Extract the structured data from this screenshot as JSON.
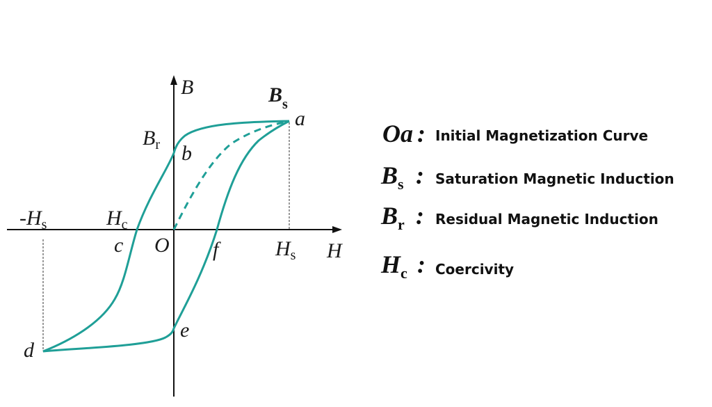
{
  "diagram": {
    "curve_color": "#1f9f97",
    "axis_color": "#111111",
    "axes": {
      "x_label": "H",
      "y_label": "B"
    },
    "points": {
      "a": "a",
      "b": "b",
      "c": "c",
      "d": "d",
      "e": "e",
      "f": "f",
      "O": "O"
    },
    "marks": {
      "Bs": {
        "main": "B",
        "sub": "s"
      },
      "Br": {
        "main": "B",
        "sub": "r"
      },
      "Hc": {
        "main": "H",
        "sub": "c"
      },
      "Hs": {
        "main": "H",
        "sub": "s"
      },
      "neg_Hs": {
        "main": "-H",
        "sub": "s"
      }
    }
  },
  "legend": [
    {
      "symbol": "Oa",
      "sub": "",
      "colon": ":",
      "text": "Initial Magnetization Curve"
    },
    {
      "symbol": "B",
      "sub": "s",
      "colon": ":",
      "text": "Saturation Magnetic Induction"
    },
    {
      "symbol": "B",
      "sub": "r",
      "colon": ":",
      "text": "Residual Magnetic Induction"
    },
    {
      "symbol": "H",
      "sub": "c",
      "colon": ":",
      "text": "Coercivity"
    }
  ]
}
